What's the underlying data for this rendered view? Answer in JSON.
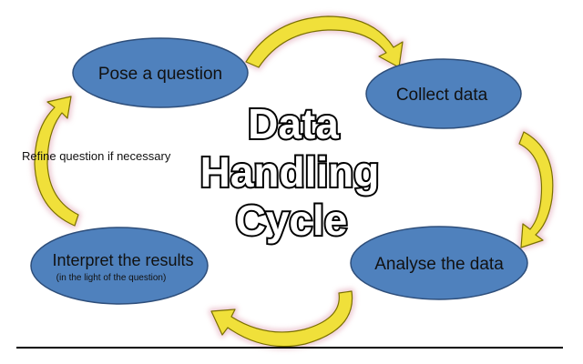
{
  "title": {
    "line1": "Data",
    "line2": "Handling",
    "line3": "Cycle"
  },
  "nodes": {
    "pose": {
      "label": "Pose a question"
    },
    "collect": {
      "label": "Collect data"
    },
    "analyse": {
      "label": "Analyse the data"
    },
    "interpret": {
      "label": "Interpret the results",
      "sublabel": "(in the light of the question)"
    }
  },
  "refine_note": "Refine question if necessary",
  "colors": {
    "node_fill": "#4f81bd",
    "node_stroke": "#2e4e7a",
    "arrow_fill": "#f0e03a",
    "arrow_stroke": "#7a7000",
    "glow": "#e8b7c4",
    "rule": "#000000"
  },
  "icons": [
    "curved-arrow-icon"
  ]
}
